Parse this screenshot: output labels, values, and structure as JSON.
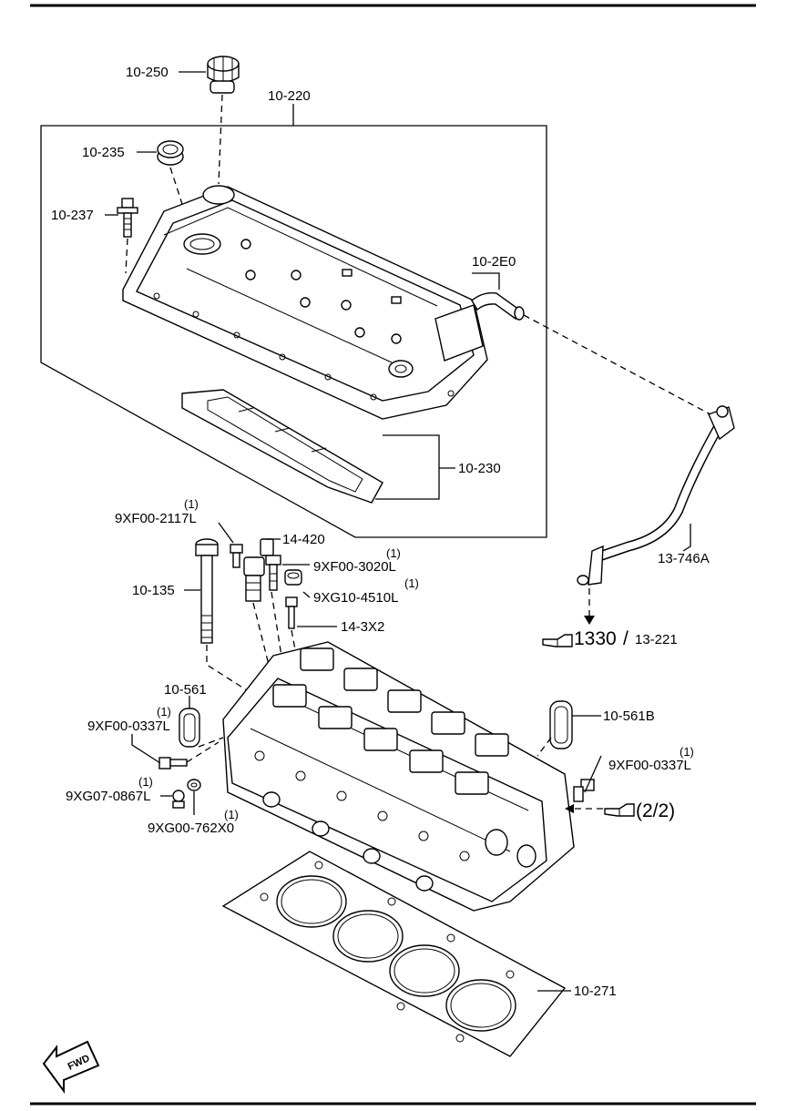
{
  "callouts": {
    "oil_filler_cap": "10-250",
    "cylinder_head_cover": "10-220",
    "seal_235": "10-235",
    "bolt_237": "10-237",
    "hose_2e0": "10-2E0",
    "cover_gasket": "10-230",
    "vent_hose": "13-746A",
    "bolt_2117": "9XF00-2117L",
    "sensor_14_420": "14-420",
    "bolt_3020": "9XF00-3020L",
    "head_bolt": "10-135",
    "washer_4510": "9XG10-4510L",
    "stud_14_3x2": "14-3X2",
    "gasket_561": "10-561",
    "gasket_561b": "10-561B",
    "bolt_0337_left": "9XF00-0337L",
    "bolt_0337_right": "9XF00-0337L",
    "plug_0867": "9XG07-0867L",
    "washer_762": "9XG00-762X0",
    "head_gasket": "10-271",
    "fwd_label": "FWD"
  },
  "quantities": {
    "bolt_2117": "(1)",
    "bolt_3020": "(1)",
    "washer_4510": "(1)",
    "bolt_0337_left": "(1)",
    "bolt_0337_right": "(1)",
    "plug_0867": "(1)",
    "washer_762": "(1)"
  },
  "references": {
    "ref_1330_main": "1330",
    "ref_1330_sep": "/",
    "ref_1330_sub": "13-221",
    "ref_page": "(2/2)"
  },
  "icons": {
    "reference_pointer": "pointing-hand-icon",
    "direction": "fwd-arrow-icon"
  }
}
